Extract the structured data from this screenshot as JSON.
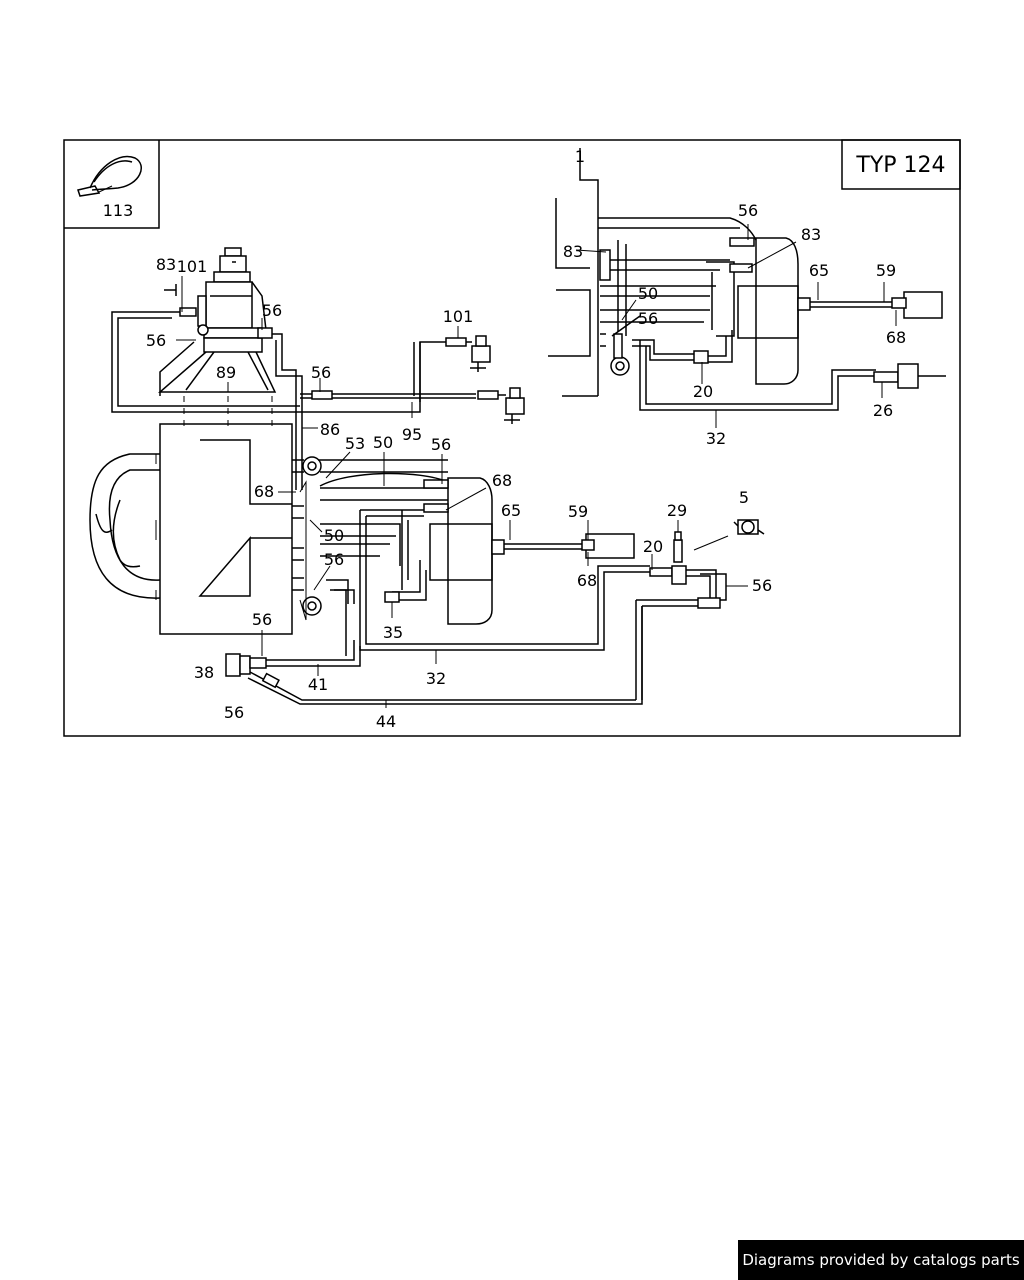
{
  "diagram": {
    "type_label": "TYP  124",
    "labels": {
      "p113": "113",
      "p83a": "83",
      "p101a": "101",
      "p56a": "56",
      "p56b": "56",
      "p89": "89",
      "p101b": "101",
      "p56c": "56",
      "p86": "86",
      "p95": "95",
      "p53": "53",
      "p50a": "50",
      "p56d": "56",
      "p68a": "68",
      "p68b": "68",
      "p50b": "50",
      "p56e": "56",
      "p65a": "65",
      "p59a": "59",
      "p68c": "68",
      "p35": "35",
      "p56f": "56",
      "p41": "41",
      "p32a": "32",
      "p38": "38",
      "p56g": "56",
      "p44": "44",
      "p5": "5",
      "p29": "29",
      "p20a": "20",
      "p56h": "56",
      "p1": "1",
      "p83b": "83",
      "p56i": "56",
      "p83c": "83",
      "p65b": "65",
      "p59b": "59",
      "p50c": "50",
      "p56j": "56",
      "p68d": "68",
      "p20b": "20",
      "p26": "26",
      "p32b": "32"
    }
  },
  "footer": {
    "credit": "Diagrams provided by catalogs parts"
  }
}
